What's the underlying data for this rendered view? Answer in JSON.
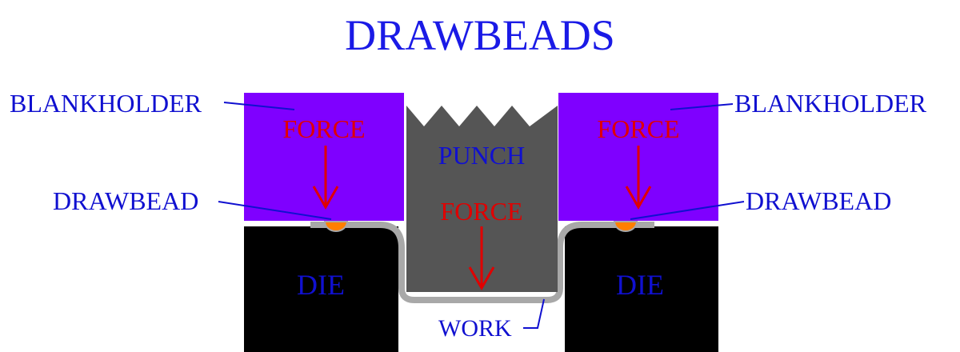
{
  "title": "DRAWBEADS",
  "labels": {
    "blankholder_left": "BLANKHOLDER",
    "blankholder_right": "BLANKHOLDER",
    "drawbead_left": "DRAWBEAD",
    "drawbead_right": "DRAWBEAD",
    "force_left": "FORCE",
    "force_right": "FORCE",
    "force_punch": "FORCE",
    "punch": "PUNCH",
    "die_left": "DIE",
    "die_right": "DIE",
    "work": "WORK"
  },
  "colors": {
    "title": "#1a1ae6",
    "label": "#1010d0",
    "force": "#e00000",
    "blankholder": "#7f00ff",
    "punch": "#555555",
    "die": "#000000",
    "work": "#a8a8a8",
    "drawbead": "#ff7f00",
    "leader": "#1010d0"
  }
}
